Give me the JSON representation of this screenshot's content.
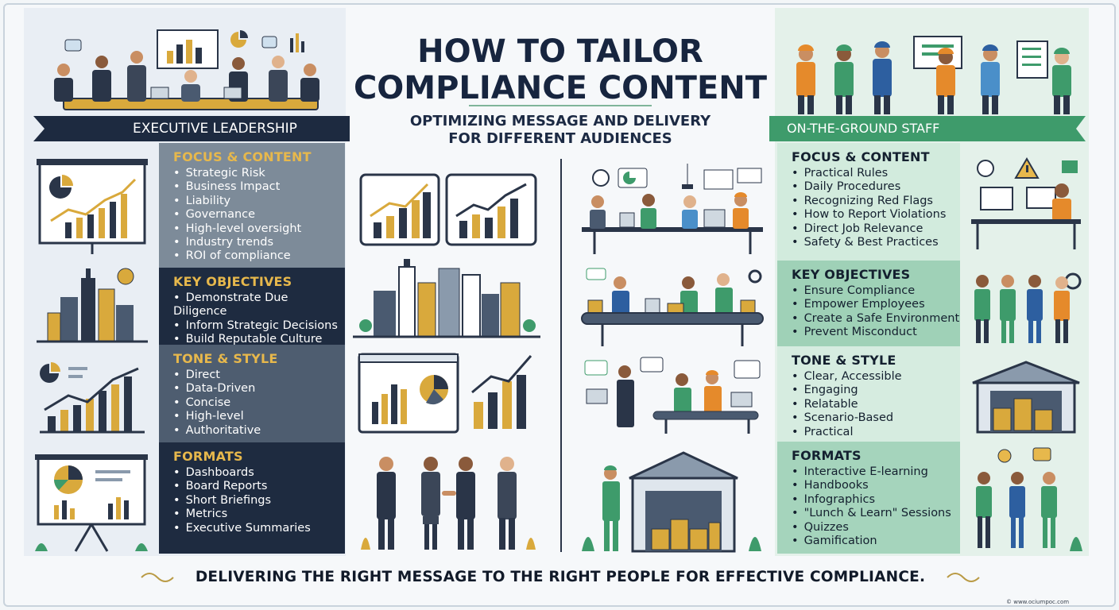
{
  "title_line1": "HOW TO TAILOR",
  "title_line2": "COMPLIANCE CONTENT",
  "subtitle_line1": "OPTIMIZING MESSAGE AND DELIVERY",
  "subtitle_line2": "FOR DIFFERENT AUDIENCES",
  "footer": "DELIVERING THE RIGHT MESSAGE TO THE RIGHT PEOPLE FOR EFFECTIVE COMPLIANCE.",
  "credit": "© www.ociumpoc.com",
  "colors": {
    "exec_dark": "#1e2b40",
    "exec_accent": "#e7b84c",
    "staff_green": "#3e9b6b",
    "staff_light": "#d2ebdd"
  },
  "executive": {
    "banner": "EXECUTIVE LEADERSHIP",
    "sections": [
      {
        "heading": "FOCUS & CONTENT",
        "items": [
          "Strategic Risk",
          "Business Impact",
          "Liability",
          "Governance",
          "High-level oversight",
          "Industry trends",
          "ROI of compliance"
        ]
      },
      {
        "heading": "KEY OBJECTIVES",
        "items": [
          "Demonstrate Due Diligence",
          "Inform Strategic Decisions",
          "Build Reputable Culture"
        ]
      },
      {
        "heading": "TONE & STYLE",
        "items": [
          "Direct",
          "Data-Driven",
          "Concise",
          "High-level",
          "Authoritative"
        ]
      },
      {
        "heading": "FORMATS",
        "items": [
          "Dashboards",
          "Board Reports",
          "Short Briefings",
          "Metrics",
          "Executive Summaries"
        ]
      }
    ]
  },
  "staff": {
    "banner": "ON-THE-GROUND STAFF",
    "sections": [
      {
        "heading": "FOCUS & CONTENT",
        "items": [
          "Practical Rules",
          "Daily Procedures",
          "Recognizing Red Flags",
          "How to Report Violations",
          "Direct Job Relevance",
          "Safety & Best Practices"
        ]
      },
      {
        "heading": "KEY OBJECTIVES",
        "items": [
          "Ensure Compliance",
          "Empower Employees",
          "Create a Safe Environment",
          "Prevent Misconduct"
        ]
      },
      {
        "heading": "TONE & STYLE",
        "items": [
          "Clear, Accessible",
          "Engaging",
          "Relatable",
          "Scenario-Based",
          "Practical"
        ]
      },
      {
        "heading": "FORMATS",
        "items": [
          "Interactive E-learning",
          "Handbooks",
          "Infographics",
          "\"Lunch & Learn\" Sessions",
          "Quizzes",
          "Gamification"
        ]
      }
    ]
  },
  "icons": [
    "meeting-scene-icon",
    "bar-chart-icon",
    "city-skyline-icon",
    "pie-chart-icon",
    "handshake-icon",
    "workers-group-icon",
    "office-desk-icon",
    "conveyor-belt-icon",
    "warehouse-icon",
    "warning-icon"
  ]
}
